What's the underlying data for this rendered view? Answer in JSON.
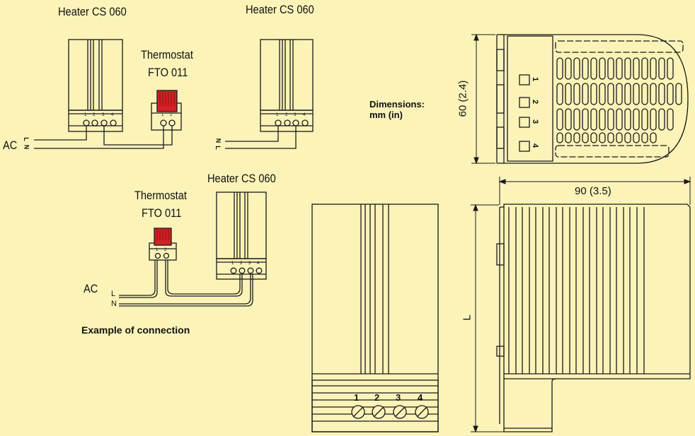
{
  "colors": {
    "background": "#fbf3b8",
    "line": "#1a1a1a",
    "thermostat_knob": "#d42026",
    "body_fill": "#fbf3b8"
  },
  "labels": {
    "heater1": "Heater CS 060",
    "heater2": "Heater CS 060",
    "heater3": "Heater CS 060",
    "thermostat1_line1": "Thermostat",
    "thermostat1_line2": "FTO 011",
    "thermostat2_line1": "Thermostat",
    "thermostat2_line2": "FTO 011",
    "ac1": "AC",
    "ac3": "AC",
    "l1": "L",
    "n1": "N",
    "l2": "L",
    "n2": "N",
    "l3": "L",
    "n3": "N",
    "example": "Example of connection",
    "dimensions_line1": "Dimensions:",
    "dimensions_line2": "mm (in)",
    "dim_height": "60 (2.4)",
    "dim_width": "90 (3.5)",
    "dim_length": "L"
  },
  "terminals": [
    "1",
    "2",
    "3",
    "4"
  ],
  "thermostat_terminals": [
    "1",
    "2"
  ]
}
